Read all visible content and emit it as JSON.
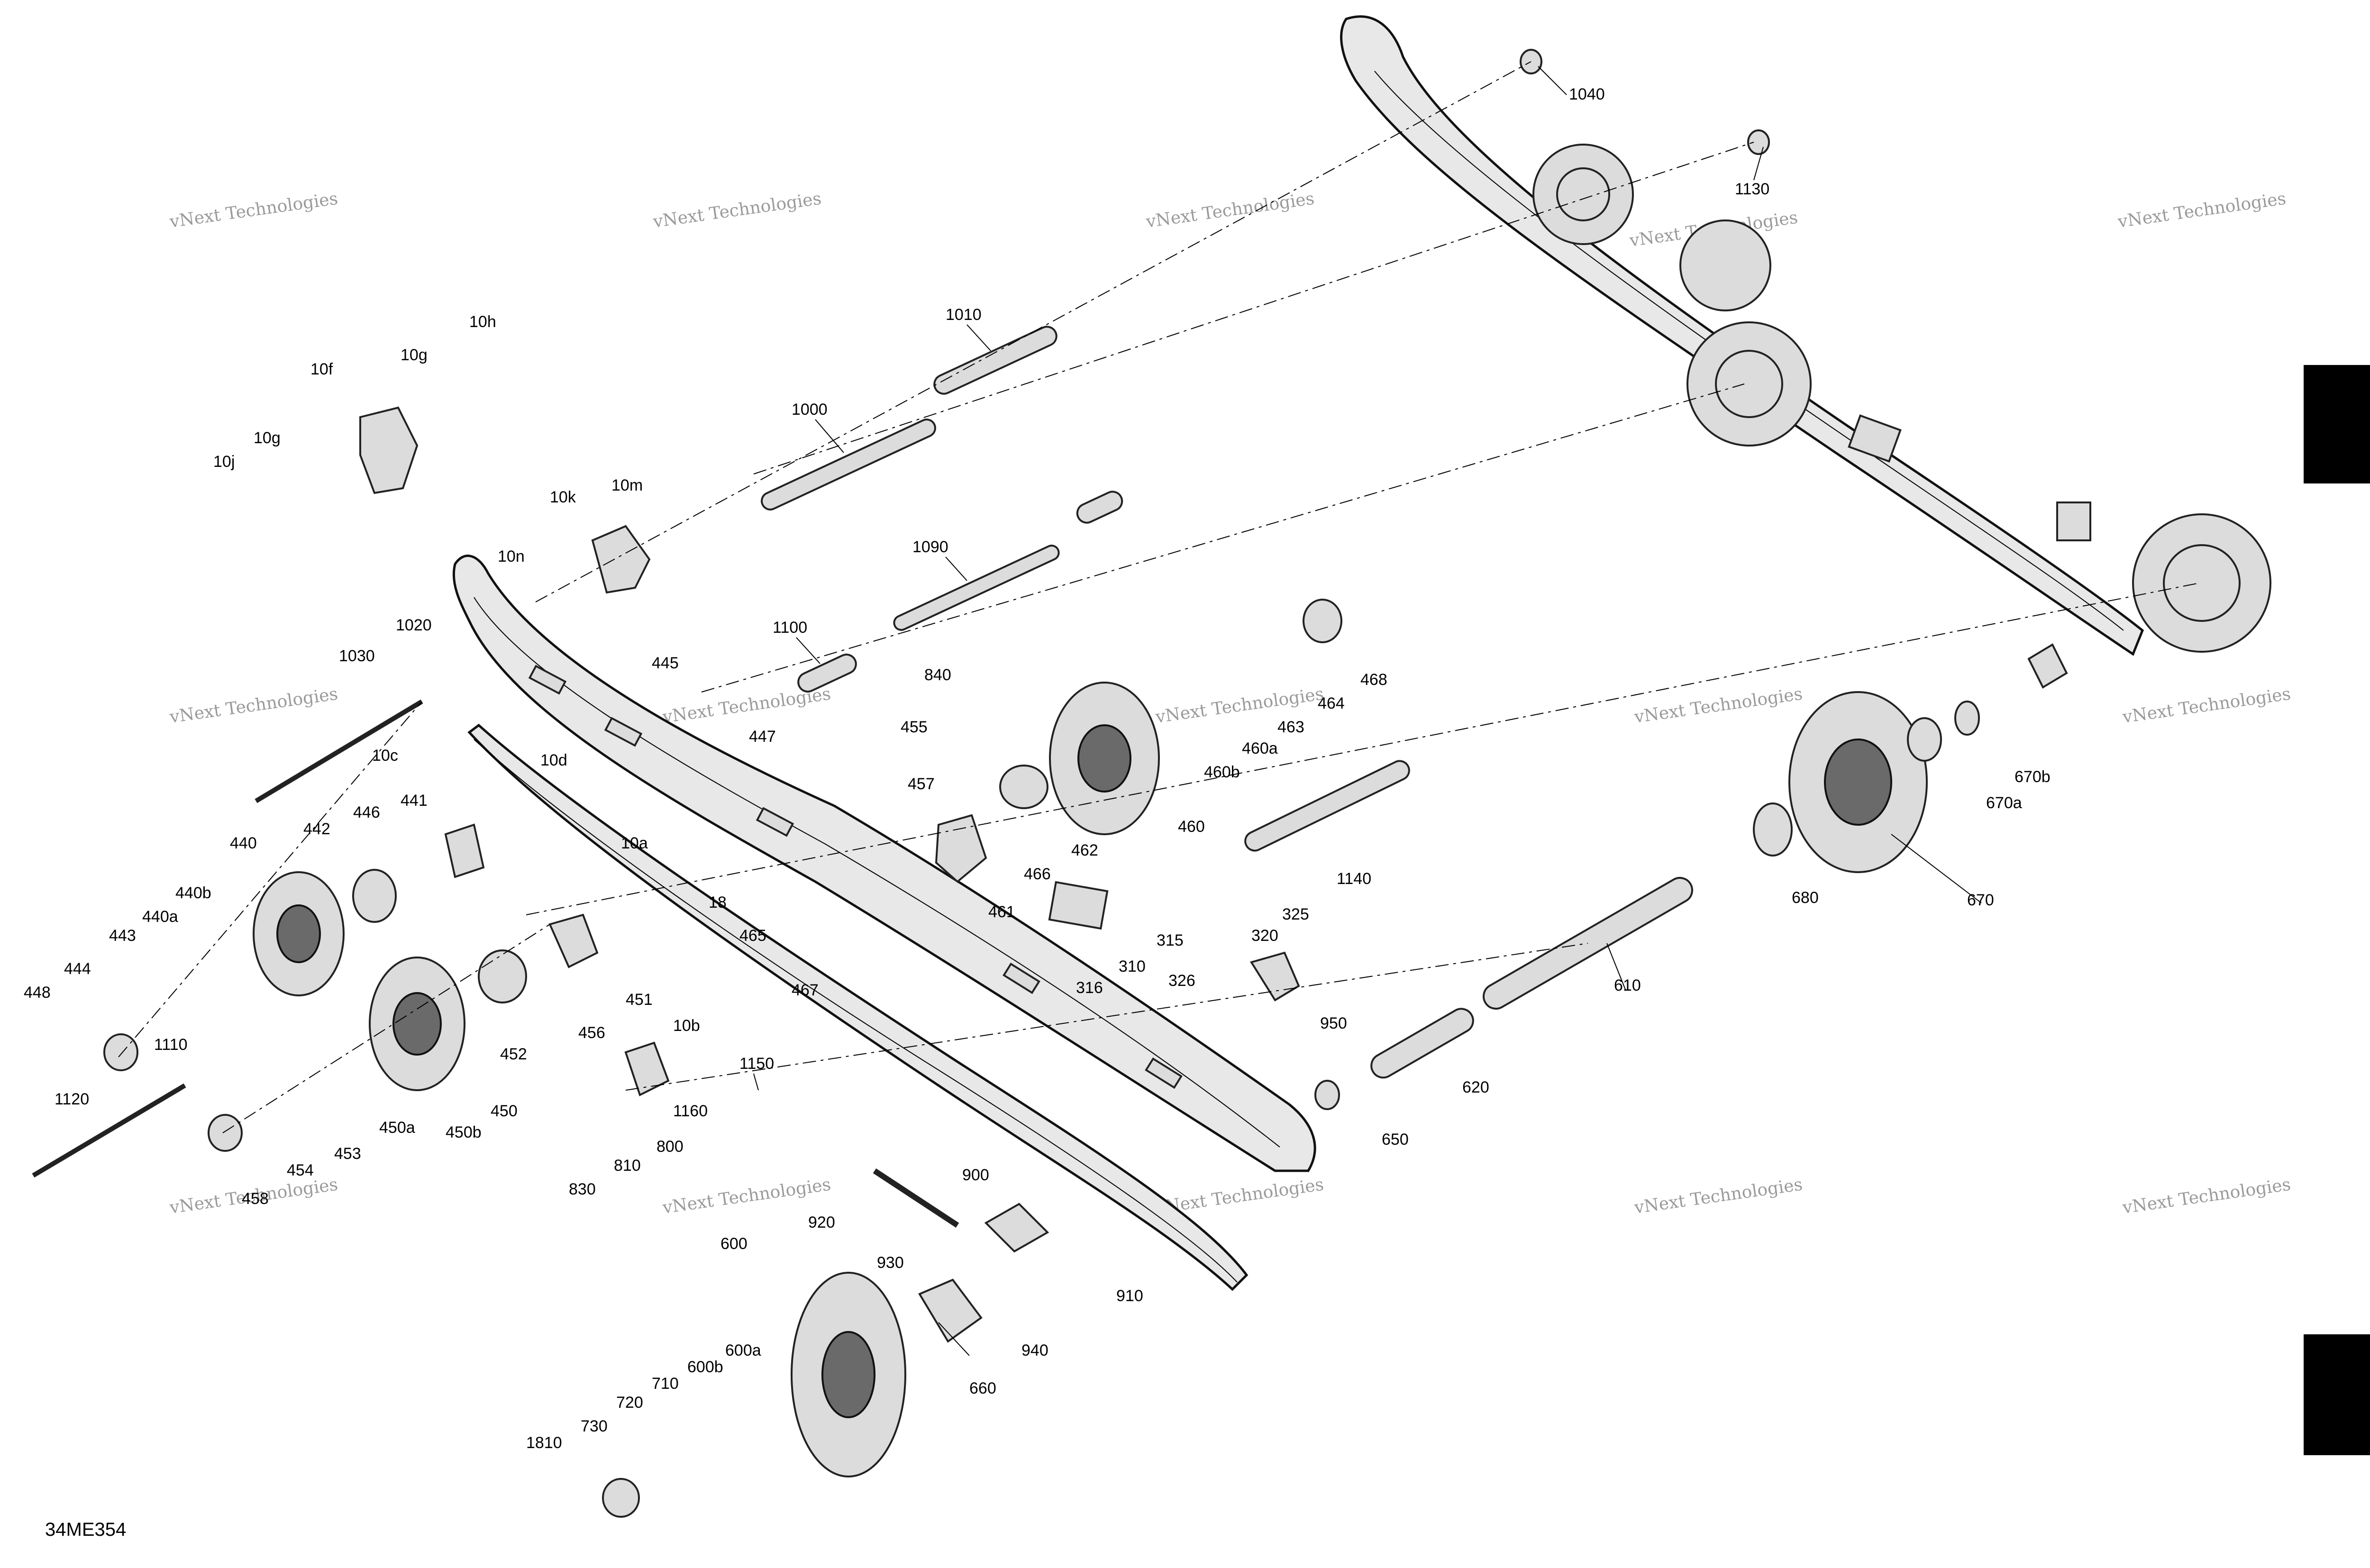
{
  "diagram_code": "34ME354",
  "watermark": {
    "line1": "vNext Technologies",
    "line2": "vNext",
    "line3": "Technologies"
  },
  "callouts": [
    "1040",
    "1130",
    "1010",
    "1000",
    "1090",
    "1100",
    "10h",
    "10g",
    "10f",
    "10g",
    "10j",
    "10k",
    "10m",
    "10n",
    "1020",
    "1030",
    "445",
    "447",
    "840",
    "455",
    "457",
    "10c",
    "10d",
    "10a",
    "441",
    "446",
    "442",
    "440",
    "440b",
    "440a",
    "443",
    "444",
    "448",
    "18",
    "465",
    "467",
    "466",
    "461",
    "462",
    "460",
    "460b",
    "460a",
    "463",
    "464",
    "468",
    "1140",
    "315",
    "310",
    "316",
    "320",
    "325",
    "326",
    "451",
    "456",
    "452",
    "450",
    "450a",
    "450b",
    "453",
    "454",
    "458",
    "1110",
    "1120",
    "10b",
    "800",
    "810",
    "830",
    "1150",
    "1160",
    "950",
    "620",
    "650",
    "610",
    "670",
    "670a",
    "670b",
    "680",
    "900",
    "920",
    "910",
    "930",
    "940",
    "600",
    "600a",
    "600b",
    "660",
    "710",
    "720",
    "730",
    "1810"
  ]
}
